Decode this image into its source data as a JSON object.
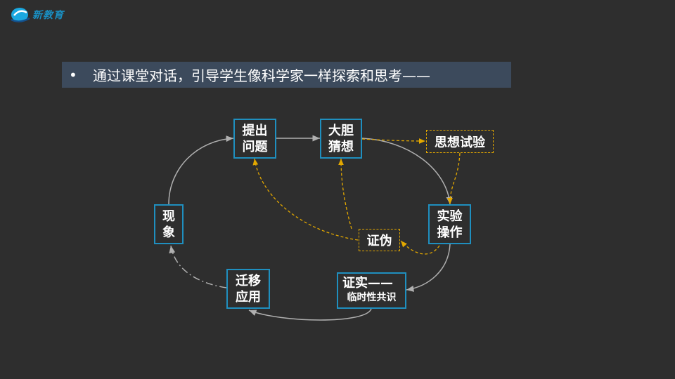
{
  "logo": {
    "text": "新教育"
  },
  "title": {
    "bullet": "•",
    "text": "通过课堂对话，引导学生像科学家一样探索和思考——"
  },
  "nodes": {
    "ask": {
      "line1": "提出",
      "line2": "问题"
    },
    "guess": {
      "line1": "大胆",
      "line2": "猜想"
    },
    "thought": {
      "label": "思想试验"
    },
    "phenomenon": {
      "line1": "现",
      "line2": "象"
    },
    "experiment": {
      "line1": "实验",
      "line2": "操作"
    },
    "falsify": {
      "label": "证伪"
    },
    "apply": {
      "line1": "迁移",
      "line2": "应用"
    },
    "verify": {
      "line1": "证实——",
      "line2": "临时性共识"
    }
  },
  "colors": {
    "box_border": "#1f8fbf",
    "dashed": "#e3a800",
    "arrow": "#b0b0b0",
    "title_bg": "#3c4a5c"
  }
}
